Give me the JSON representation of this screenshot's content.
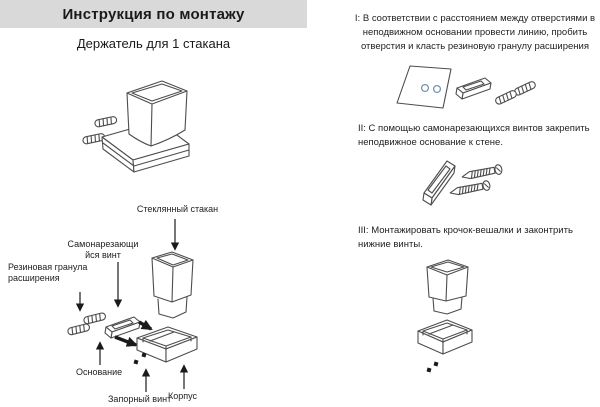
{
  "header": {
    "title": "Инструкция по монтажу"
  },
  "product_title": "Держатель для 1 стакана",
  "parts_labels": {
    "glass_cup": "Стеклянный стакан",
    "self_tapping_screw": "Самонарезающийся винт",
    "rubber_granule": "Резиновая гранула расширения",
    "base": "Основание",
    "locking_screw": "Запорный винт",
    "body": "Корпус"
  },
  "steps": [
    {
      "text": "I: В соответствии с расстоянием между отверстиями в неподвижном основании провести линию, пробить отверстия и класть резиновую гранулу расширения"
    },
    {
      "text": "II: С помощью самонарезающихся винтов закрепить неподвижное основание к стене."
    },
    {
      "text": "III: Монтажировать крочок-вешалки и законтрить нижние винты."
    }
  ],
  "colors": {
    "header_bg": "#d9d9d9",
    "line_art": "#4d4d4d",
    "hole_accent": "#7a93b4",
    "text": "#1a1a1a"
  }
}
